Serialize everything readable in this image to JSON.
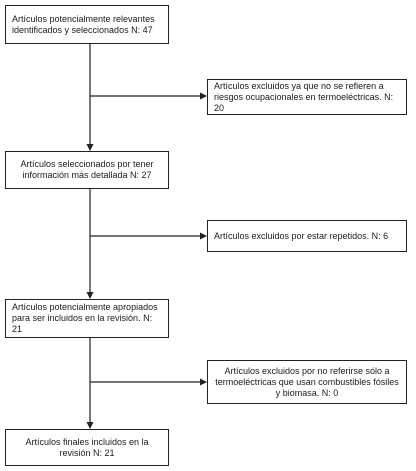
{
  "flow": {
    "main_boxes": [
      {
        "text": "Artículos potencialmente relevantes identificados y seleccionados N: 47"
      },
      {
        "text": "Artículos seleccionados por tener información más detallada N: 27"
      },
      {
        "text": "Artículos potencialmente apropiados para ser incluidos en la revisión. N: 21"
      },
      {
        "text": "Artículos finales incluidos en la revisión N: 21"
      }
    ],
    "exclusion_boxes": [
      {
        "text": "Artículos excluidos ya que no se refieren a riesgos ocupacionales en termoeléctricas. N: 20"
      },
      {
        "text": "Artículos excluidos por estar repetidos. N: 6"
      },
      {
        "text": "Artículos excluidos por no referirse sólo a termoeléctricas que usan combustibles fósiles y biomasa. N: 0"
      }
    ]
  },
  "colors": {
    "border": "#222222",
    "text": "#1a1a1a",
    "background": "#ffffff"
  }
}
